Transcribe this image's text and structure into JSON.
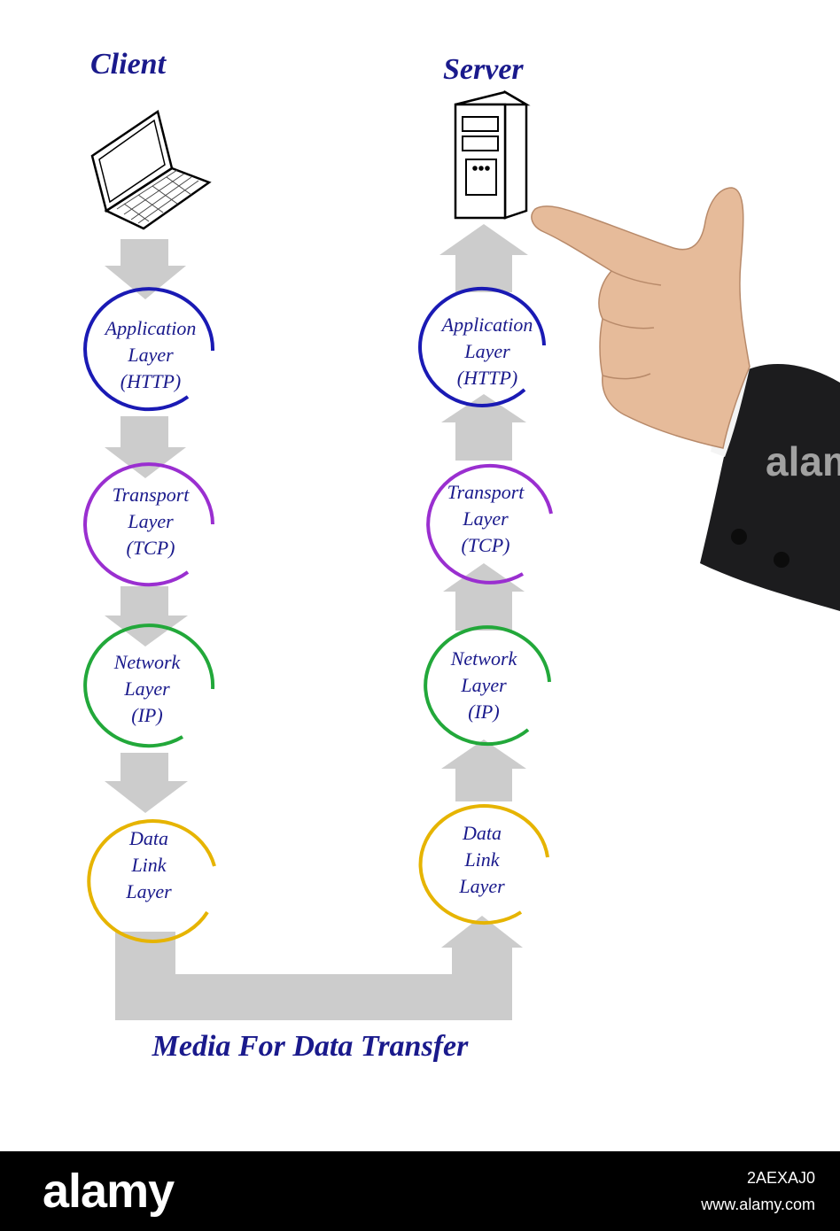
{
  "client": {
    "title": "Client"
  },
  "server": {
    "title": "Server"
  },
  "layers": {
    "app": [
      "Application",
      "Layer",
      "(HTTP)"
    ],
    "transport": [
      "Transport",
      "Layer",
      "(TCP)"
    ],
    "network": [
      "Network",
      "Layer",
      "(IP)"
    ],
    "datalink": [
      "Data",
      "Link",
      "Layer"
    ]
  },
  "caption": "Media For Data Transfer",
  "colors": {
    "application": "#1a1ab4",
    "transport": "#9a2fd0",
    "network": "#22a83a",
    "datalink": "#e6b400",
    "arrow": "#cccccc",
    "text": "#1a1a8c"
  },
  "icons": {
    "client": "laptop-icon",
    "server": "server-tower-icon",
    "pointer": "pointing-hand"
  },
  "footer": {
    "logo": "alamy",
    "image_id": "2AEXAJ0",
    "url": "www.alamy.com"
  },
  "watermark": "alam"
}
